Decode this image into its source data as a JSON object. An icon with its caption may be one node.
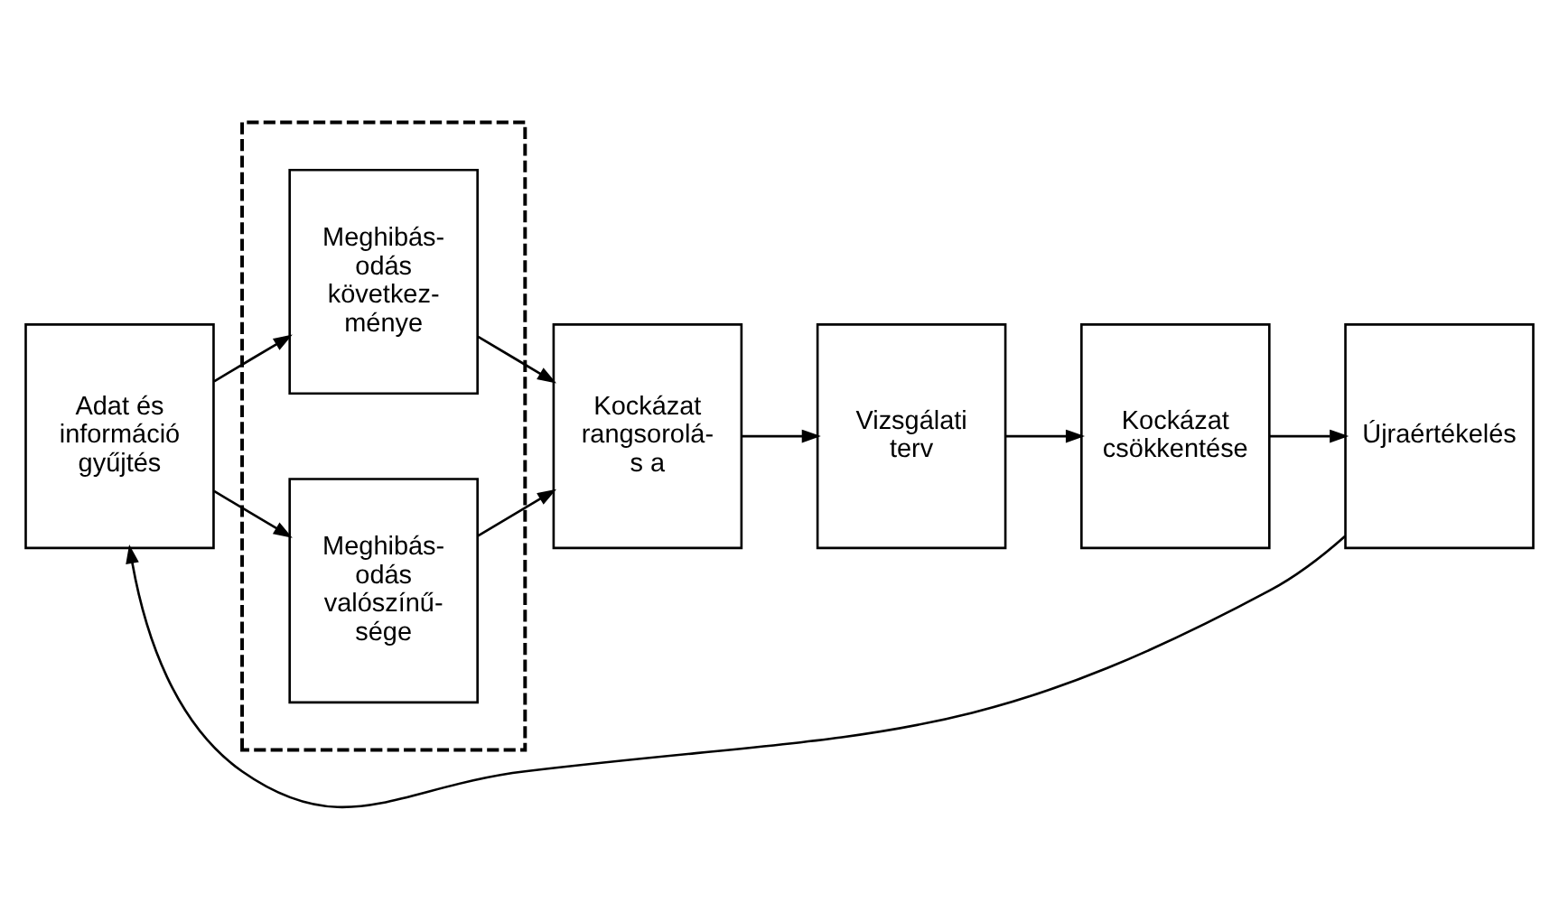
{
  "diagram": {
    "nodes": [
      {
        "text": [
          "Adat és információ gyűjtés"
        ]
      },
      {
        "text": [],
        "shape": "box"
      },
      {
        "text": [
          "Meghibás- odás következ- ménye"
        ],
        "in": 1
      },
      {
        "text": [
          "Meghibás- odás valószínű- sége"
        ],
        "in": 1
      },
      {
        "text": [
          "Kockázat rangsorolá- s a"
        ]
      },
      {
        "text": [
          "Vizsgálati terv"
        ]
      },
      {
        "text": [
          "Kockázat csökkentése"
        ]
      },
      {
        "text": [
          "Újraértékelés"
        ]
      }
    ],
    "edges": [
      {
        "from": 0,
        "to": 2,
        "arrow": "to"
      },
      {
        "from": 0,
        "to": 3,
        "arrow": "to"
      },
      {
        "from": 2,
        "to": 4,
        "arrow": "to"
      },
      {
        "from": 3,
        "to": 4,
        "arrow": "to"
      },
      {
        "from": 4,
        "to": 5,
        "arrow": "to"
      },
      {
        "from": 5,
        "to": 6,
        "arrow": "to"
      },
      {
        "from": 6,
        "to": 7,
        "arrow": "to"
      },
      {
        "from": 7,
        "to": 0,
        "arrow": "to"
      }
    ]
  }
}
